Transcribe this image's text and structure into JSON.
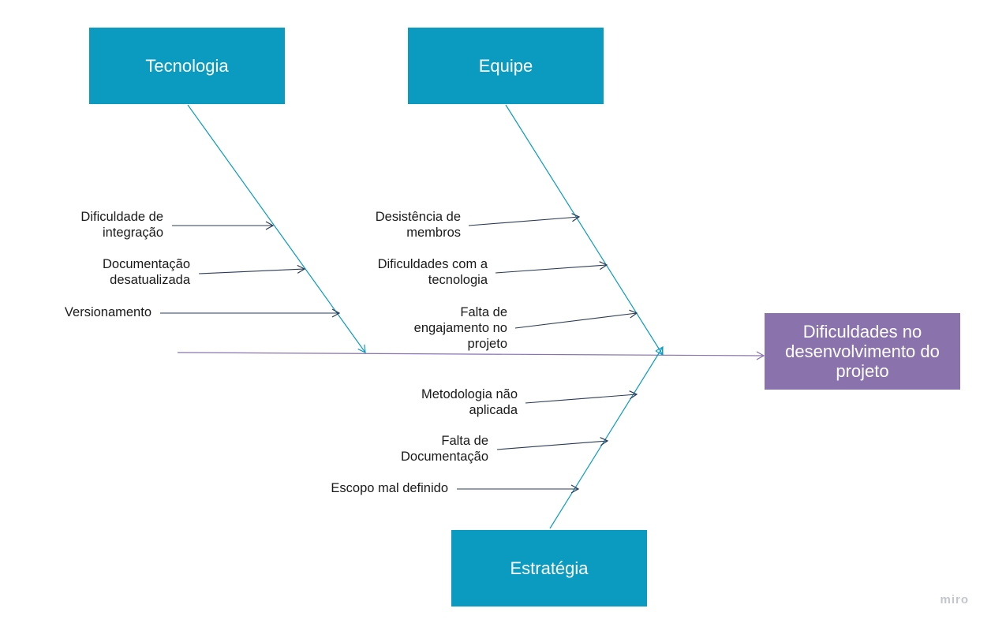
{
  "effect": {
    "lines": [
      "Dificuldades no",
      "desenvolvimento do",
      "projeto"
    ]
  },
  "categories": [
    {
      "label": "Tecnologia"
    },
    {
      "label": "Equipe"
    },
    {
      "label": "Estratégia"
    }
  ],
  "causes": {
    "tecnologia": [
      {
        "lines": [
          "Dificuldade de",
          "integração"
        ]
      },
      {
        "lines": [
          "Documentação",
          "desatualizada"
        ]
      },
      {
        "lines": [
          "Versionamento"
        ]
      }
    ],
    "equipe": [
      {
        "lines": [
          "Desistência de",
          "membros"
        ]
      },
      {
        "lines": [
          "Dificuldades com a",
          "tecnologia"
        ]
      },
      {
        "lines": [
          "Falta de",
          "engajamento no",
          "projeto"
        ]
      }
    ],
    "estrategia": [
      {
        "lines": [
          "Metodologia não",
          "aplicada"
        ]
      },
      {
        "lines": [
          "Falta de",
          "Documentação"
        ]
      },
      {
        "lines": [
          "Escopo mal definido"
        ]
      }
    ]
  },
  "colors": {
    "category_fill": "#0b9bc0",
    "effect_fill": "#8a73ad",
    "bone_line": "#0b9bc0",
    "spine_line": "#8a73ad",
    "cause_arrow": "#2b3a55"
  },
  "watermark": "miro"
}
